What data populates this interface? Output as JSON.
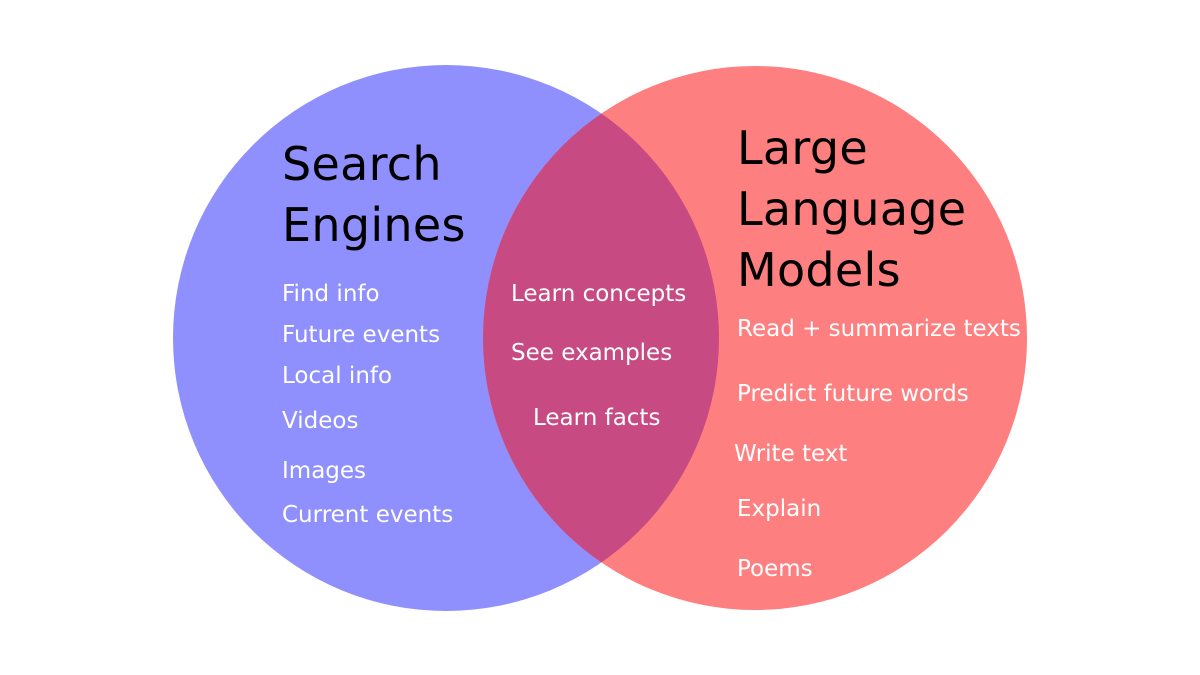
{
  "colors": {
    "left_circle": "#8f8ffd",
    "right_circle": "#fe7f7f",
    "overlap": "#c74a82",
    "text_on_fill": "#ffffff",
    "title": "#000000",
    "background": "#ffffff"
  },
  "left_set": {
    "title_lines": [
      "Search",
      "Engines"
    ],
    "items": [
      "Find info",
      "Future events",
      "Local info",
      "Videos",
      "Images",
      "Current events"
    ]
  },
  "overlap": {
    "items": [
      "Learn concepts",
      "See examples",
      "Learn facts"
    ]
  },
  "right_set": {
    "title_lines": [
      "Large",
      "Language",
      "Models"
    ],
    "items": [
      "Read + summarize texts",
      "Predict future words",
      "Write text",
      "Explain",
      "Poems"
    ]
  }
}
